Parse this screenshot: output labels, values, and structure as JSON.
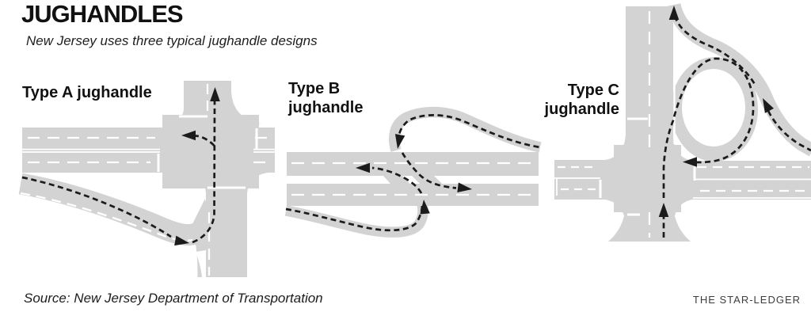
{
  "header": {
    "title": "JUGHANDLES",
    "subtitle": "New Jersey uses three typical jughandle designs"
  },
  "diagrams": {
    "type_a": {
      "label": "Type A jughandle"
    },
    "type_b": {
      "label_line1": "Type B",
      "label_line2": "jughandle"
    },
    "type_c": {
      "label_line1": "Type C",
      "label_line2": "jughandle"
    }
  },
  "footer": {
    "source": "Source: New Jersey Department of Transportation",
    "credit": "THE STAR-LEDGER"
  },
  "colors": {
    "road": "#d2d3d2",
    "marking": "#ffffff",
    "path": "#1b1b1b",
    "text": "#111111",
    "credit": "#3d3d3d"
  }
}
